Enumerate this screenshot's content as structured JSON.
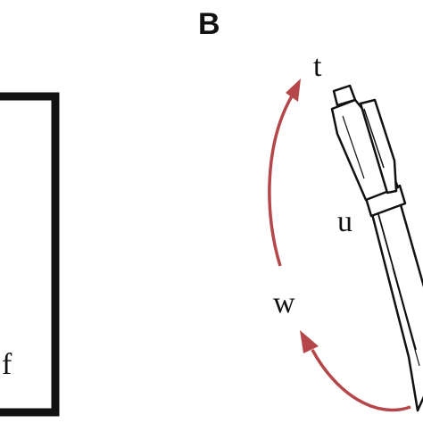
{
  "panel_label": "B",
  "letters": {
    "t": "t",
    "u": "u",
    "w": "w",
    "f": "f"
  },
  "colors": {
    "arrow": "#b5474a",
    "stroke": "#111111",
    "background": "#ffffff"
  },
  "icons": {
    "pen": "pen-icon",
    "arrow_up": "curved-arrow-up-icon",
    "arrow_left": "curved-arrow-left-icon"
  }
}
